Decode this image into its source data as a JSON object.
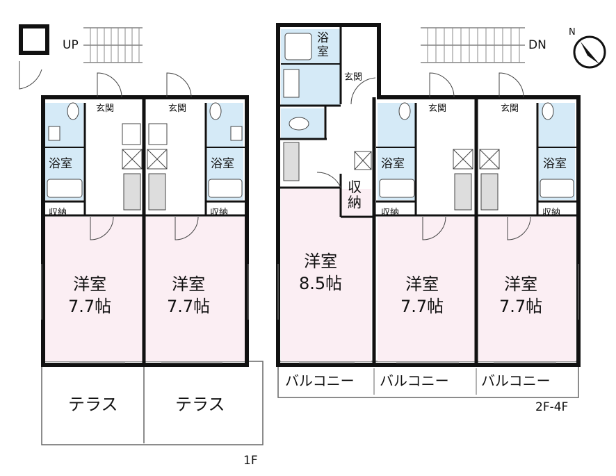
{
  "colors": {
    "wall": "#111111",
    "room_pink": "#fbeef3",
    "wet_blue": "#d5eaf7",
    "line": "#444444"
  },
  "stairs": {
    "up_label": "UP",
    "down_label": "DN"
  },
  "compass": {
    "north_label": "N",
    "icon": "north-arrow-icon"
  },
  "floor_marks": {
    "first": "1F",
    "upper": "2F-4F"
  },
  "labels": {
    "bath": "浴室",
    "entrance": "玄関",
    "storage": "収納",
    "storage_vertical": "収\n納",
    "bath_vertical": "浴\n室",
    "terrace": "テラス",
    "balcony": "バルコニー",
    "room_77": "洋室\n7.7帖",
    "room_85": "洋室\n8.5帖"
  }
}
